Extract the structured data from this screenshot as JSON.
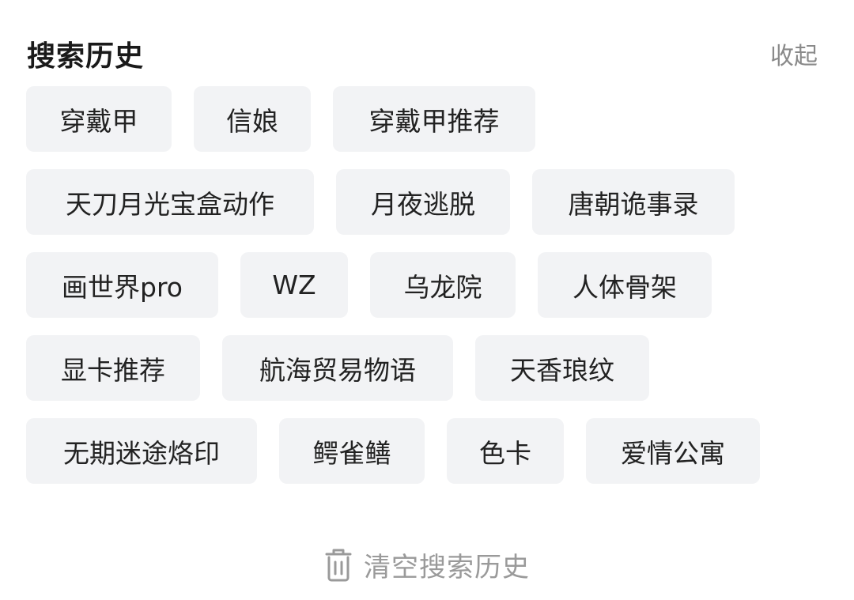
{
  "header": {
    "title": "搜索历史",
    "collapse_label": "收起"
  },
  "history_rows": [
    [
      "穿戴甲",
      "信娘",
      "穿戴甲推荐"
    ],
    [
      "天刀月光宝盒动作",
      "月夜逃脱",
      "唐朝诡事录"
    ],
    [
      "画世界pro",
      "WZ",
      "乌龙院",
      "人体骨架"
    ],
    [
      "显卡推荐",
      "航海贸易物语",
      "天香琅纹"
    ],
    [
      "无期迷途烙印",
      "鳄雀鳝",
      "色卡",
      "爱情公寓"
    ]
  ],
  "footer": {
    "clear_label": "清空搜索历史",
    "clear_icon": "trash-icon"
  },
  "colors": {
    "tag_background": "#f2f3f5",
    "muted_text": "#8a8a8a"
  }
}
